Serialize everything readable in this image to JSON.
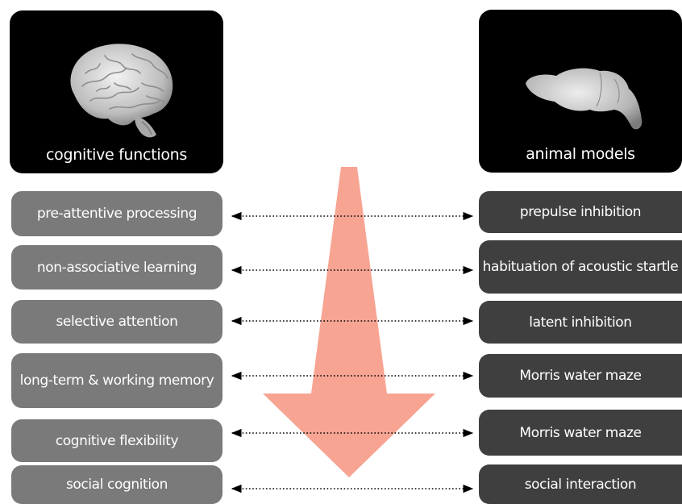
{
  "panels": {
    "left_caption": "cognitive functions",
    "right_caption": "animal models"
  },
  "rows": [
    {
      "function": "pre-attentive processing",
      "model": "prepulse inhibition"
    },
    {
      "function": "non-associative learning",
      "model": "habituation of acoustic startle"
    },
    {
      "function": "selective attention",
      "model": "latent inhibition"
    },
    {
      "function": "long-term & working memory",
      "model": "Morris water maze"
    },
    {
      "function": "cognitive flexibility",
      "model": "Morris water maze"
    },
    {
      "function": "social cognition",
      "model": "social interaction"
    }
  ],
  "colors": {
    "left_box": "#7a7a7a",
    "right_box": "#3f3f3f",
    "big_arrow": "#f7a493",
    "connector": "#000000"
  },
  "icons": {
    "human_brain": "human-brain-icon",
    "rodent_brain": "rodent-brain-icon"
  }
}
